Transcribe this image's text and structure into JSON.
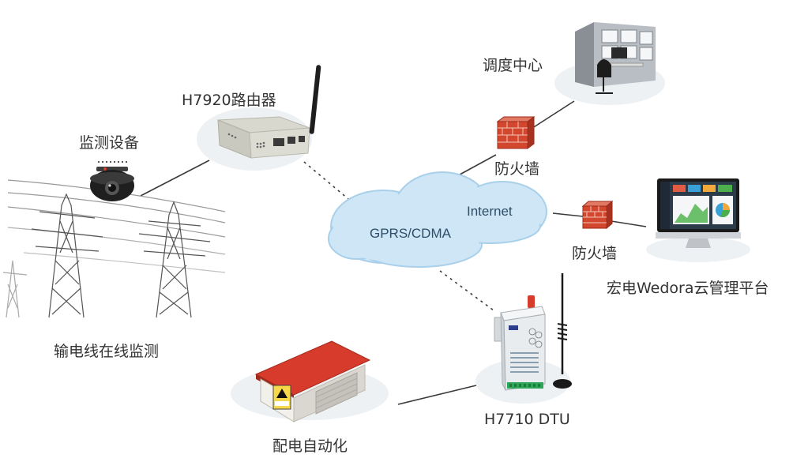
{
  "labels": {
    "router": "H7920路由器",
    "monitor_device": "监测设备",
    "powerline": "输电线在线监测",
    "cloud_left": "GPRS/CDMA",
    "cloud_right": "Internet",
    "dispatch": "调度中心",
    "firewall_top": "防火墙",
    "firewall_right": "防火墙",
    "platform": "宏电Wedora云管理平台",
    "dtu": "H7710 DTU",
    "distribution": "配电自动化"
  },
  "colors": {
    "cloud": "#cfe6f6",
    "cloud_edge": "#a9d0ea",
    "ellipse": "#eef1f3",
    "firewall": "#d4472f",
    "house_roof": "#d63b2b",
    "dtu_body": "#e9ecee",
    "line": "#3a3a3a"
  },
  "icons": {
    "router": "router-icon",
    "camera": "dome-camera-icon",
    "tower": "power-tower-icon",
    "firewall": "firewall-icon",
    "office": "dispatch-office-icon",
    "monitor": "monitor-dashboard-icon",
    "dtu": "dtu-device-icon",
    "house": "substation-house-icon"
  }
}
